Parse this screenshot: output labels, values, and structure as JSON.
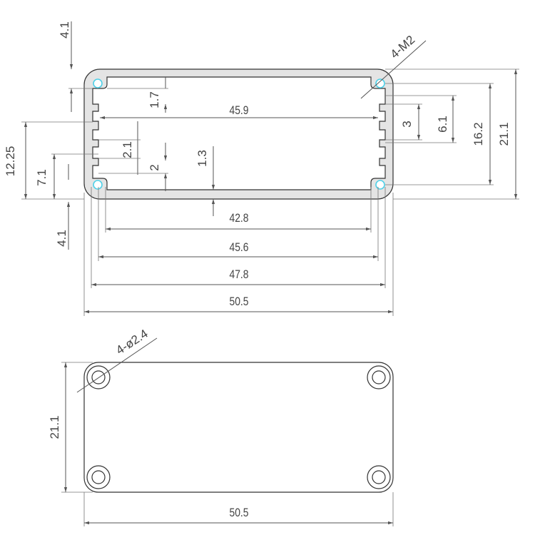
{
  "profile": {
    "dims": {
      "top_offset": "4.1",
      "slot_1_7": "1.7",
      "inner_45_9": "45.9",
      "fin_2_1": "2.1",
      "gap_2": "2",
      "wall_1_3": "1.3",
      "height_12_25": "12.25",
      "height_7_1": "7.1",
      "bottom_offset": "4.1",
      "inner_42_8": "42.8",
      "span_45_6": "45.6",
      "span_47_8": "47.8",
      "width_50_5": "50.5",
      "slot_3": "3",
      "slot_6_1": "6.1",
      "height_16_2": "16.2",
      "height_21_1": "21.1",
      "thread_callout": "4-M2"
    }
  },
  "endplate": {
    "dims": {
      "hole_callout": "4-ø2.4",
      "height": "21.1",
      "width": "50.5"
    }
  },
  "colors": {
    "outline": "#333333",
    "dimension": "#555555",
    "profile_fill": "#e4e4e4",
    "thread_marker": "#4fd0e8"
  }
}
